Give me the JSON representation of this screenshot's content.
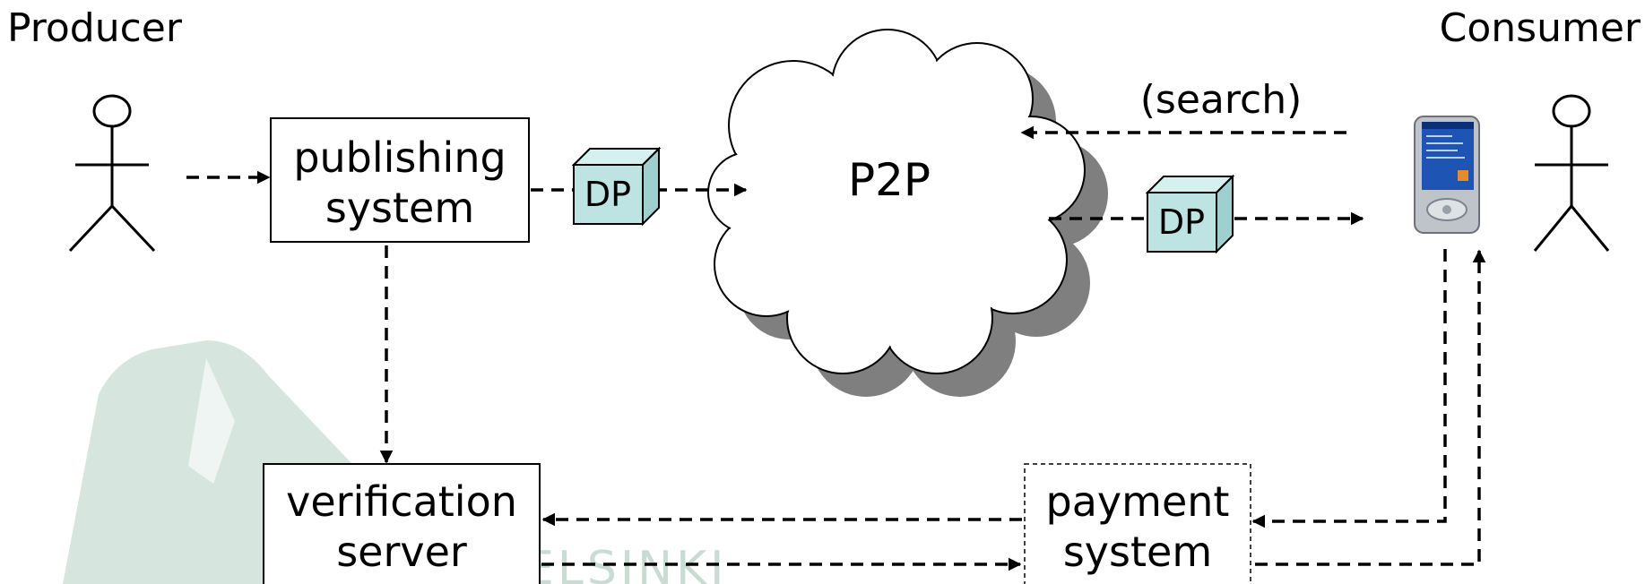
{
  "actors": {
    "producer_label": "Producer",
    "consumer_label": "Consumer"
  },
  "nodes": {
    "publishing_system": [
      "publishing",
      "system"
    ],
    "verification_server": [
      "verification",
      "server"
    ],
    "payment_system": [
      "payment",
      "system"
    ],
    "network_label": "P2P",
    "package_label_1": "DP",
    "package_label_2": "DP"
  },
  "edges": {
    "search_label": "(search)"
  },
  "watermark": {
    "text": "ELSINKI"
  },
  "colors": {
    "package_face": "#bde3e3",
    "cloud_shadow": "#7f7f7f",
    "watermark": "#c9dcd3"
  },
  "icons": {
    "device": "pda-icon",
    "person": "stick-figure-icon"
  }
}
